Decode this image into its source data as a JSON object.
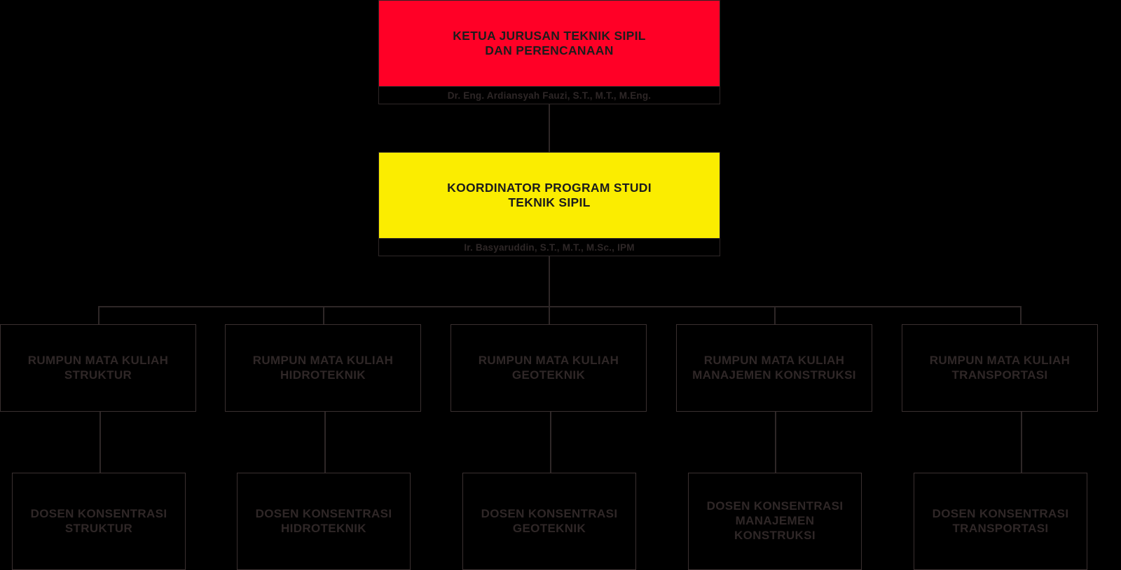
{
  "chart_data": {
    "type": "diagram",
    "diagram_kind": "organizational-chart",
    "title": "Struktur Organisasi Jurusan Teknik Sipil dan Perencanaan",
    "levels": 4,
    "orientation": "top-down",
    "nodes": [
      {
        "id": "ketua",
        "level": 0,
        "title_lines": [
          "KETUA JURUSAN TEKNIK SIPIL",
          "DAN PERENCANAAN"
        ],
        "person": "Dr. Eng. Ardiansyah Fauzi, S.T., M.T., M.Eng.",
        "fill": "#ff0026",
        "text_color": "#1c1c1c"
      },
      {
        "id": "koordinator",
        "level": 1,
        "title_lines": [
          "KOORDINATOR PROGRAM STUDI",
          "TEKNIK SIPIL"
        ],
        "person": "Ir. Basyaruddin, S.T., M.T., M.Sc., IPM",
        "fill": "#fbed00",
        "text_color": "#1c1c1c"
      },
      {
        "id": "rumpun-struktur",
        "level": 2,
        "title_lines": [
          "RUMPUN MATA KULIAH",
          "STRUKTUR"
        ],
        "fill": "#000000",
        "text_color": "#2f2727"
      },
      {
        "id": "rumpun-hidroteknik",
        "level": 2,
        "title_lines": [
          "RUMPUN MATA KULIAH",
          "HIDROTEKNIK"
        ],
        "fill": "#000000",
        "text_color": "#2f2727"
      },
      {
        "id": "rumpun-geoteknik",
        "level": 2,
        "title_lines": [
          "RUMPUN MATA KULIAH",
          "GEOTEKNIK"
        ],
        "fill": "#000000",
        "text_color": "#2f2727"
      },
      {
        "id": "rumpun-manajemen",
        "level": 2,
        "title_lines": [
          "RUMPUN MATA KULIAH",
          "MANAJEMEN KONSTRUKSI"
        ],
        "fill": "#000000",
        "text_color": "#2f2727"
      },
      {
        "id": "rumpun-transportasi",
        "level": 2,
        "title_lines": [
          "RUMPUN MATA KULIAH",
          "TRANSPORTASI"
        ],
        "fill": "#000000",
        "text_color": "#2f2727"
      },
      {
        "id": "dosen-struktur",
        "level": 3,
        "title_lines": [
          "DOSEN KONSENTRASI",
          "STRUKTUR"
        ],
        "fill": "#000000",
        "text_color": "#2f2727"
      },
      {
        "id": "dosen-hidroteknik",
        "level": 3,
        "title_lines": [
          "DOSEN KONSENTRASI",
          "HIDROTEKNIK"
        ],
        "fill": "#000000",
        "text_color": "#2f2727"
      },
      {
        "id": "dosen-geoteknik",
        "level": 3,
        "title_lines": [
          "DOSEN KONSENTRASI",
          "GEOTEKNIK"
        ],
        "fill": "#000000",
        "text_color": "#2f2727"
      },
      {
        "id": "dosen-manajemen",
        "level": 3,
        "title_lines": [
          "DOSEN KONSENTRASI",
          "MANAJEMEN",
          "KONSTRUKSI"
        ],
        "fill": "#000000",
        "text_color": "#2f2727"
      },
      {
        "id": "dosen-transportasi",
        "level": 3,
        "title_lines": [
          "DOSEN KONSENTRASI",
          "TRANSPORTASI"
        ],
        "fill": "#000000",
        "text_color": "#2f2727"
      }
    ],
    "edges": [
      {
        "from": "ketua",
        "to": "koordinator"
      },
      {
        "from": "koordinator",
        "to": "rumpun-struktur"
      },
      {
        "from": "koordinator",
        "to": "rumpun-hidroteknik"
      },
      {
        "from": "koordinator",
        "to": "rumpun-geoteknik"
      },
      {
        "from": "koordinator",
        "to": "rumpun-manajemen"
      },
      {
        "from": "koordinator",
        "to": "rumpun-transportasi"
      },
      {
        "from": "rumpun-struktur",
        "to": "dosen-struktur"
      },
      {
        "from": "rumpun-hidroteknik",
        "to": "dosen-hidroteknik"
      },
      {
        "from": "rumpun-geoteknik",
        "to": "dosen-geoteknik"
      },
      {
        "from": "rumpun-manajemen",
        "to": "dosen-manajemen"
      },
      {
        "from": "rumpun-transportasi",
        "to": "dosen-transportasi"
      }
    ],
    "colors": {
      "background": "#000000",
      "head_fill": "#ff0026",
      "coordinator_fill": "#fbed00",
      "line": "#2e2727",
      "outline_text": "#2f2727",
      "name_text": "#2e2727"
    }
  },
  "head": {
    "title_line1": "KETUA JURUSAN TEKNIK SIPIL",
    "title_line2": "DAN PERENCANAAN",
    "name": "Dr. Eng. Ardiansyah Fauzi, S.T., M.T., M.Eng."
  },
  "coordinator": {
    "title_line1": "KOORDINATOR PROGRAM STUDI",
    "title_line2": "TEKNIK SIPIL",
    "name": "Ir. Basyaruddin, S.T., M.T., M.Sc., IPM"
  },
  "rumpun": [
    {
      "line1": "RUMPUN MATA KULIAH",
      "line2": "STRUKTUR"
    },
    {
      "line1": "RUMPUN MATA KULIAH",
      "line2": "HIDROTEKNIK"
    },
    {
      "line1": "RUMPUN MATA KULIAH",
      "line2": "GEOTEKNIK"
    },
    {
      "line1": "RUMPUN MATA KULIAH",
      "line2": "MANAJEMEN KONSTRUKSI"
    },
    {
      "line1": "RUMPUN MATA KULIAH",
      "line2": "TRANSPORTASI"
    }
  ],
  "dosen": [
    {
      "line1": "DOSEN KONSENTRASI",
      "line2": "STRUKTUR",
      "line3": ""
    },
    {
      "line1": "DOSEN KONSENTRASI",
      "line2": "HIDROTEKNIK",
      "line3": ""
    },
    {
      "line1": "DOSEN KONSENTRASI",
      "line2": "GEOTEKNIK",
      "line3": ""
    },
    {
      "line1": "DOSEN KONSENTRASI",
      "line2": "MANAJEMEN",
      "line3": "KONSTRUKSI"
    },
    {
      "line1": "DOSEN KONSENTRASI",
      "line2": "TRANSPORTASI",
      "line3": ""
    }
  ]
}
